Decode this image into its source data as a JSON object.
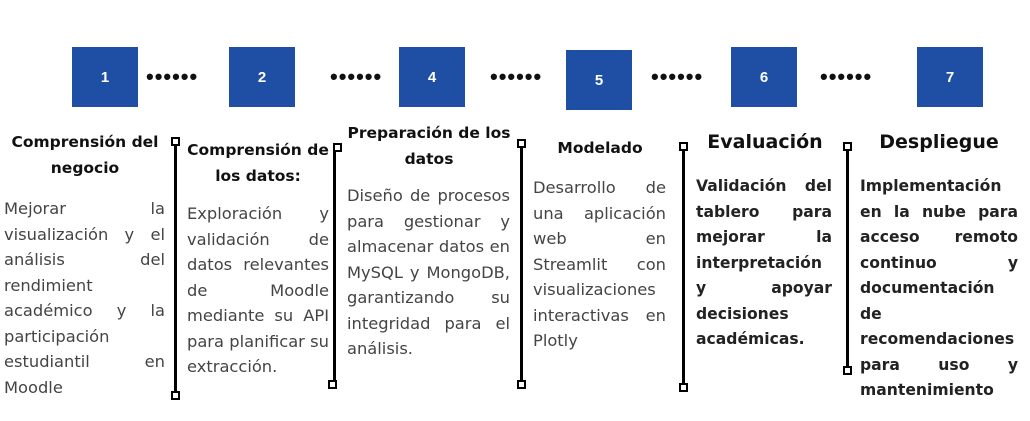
{
  "steps": [
    {
      "number": "1",
      "title": "Comprensión del negocio",
      "description": "Mejorar la visualización y el análisis del rendimient académico y la participación estudiantil en Moodle"
    },
    {
      "number": "2",
      "title": "Comprensión de los datos:",
      "description": "Exploración y validación de datos relevantes de Moodle mediante su API para planificar su extracción."
    },
    {
      "number": "4",
      "title": "Preparación de los datos",
      "description": "Diseño de procesos para gestionar y almacenar datos en MySQL y MongoDB, garantizando su integridad para el análisis."
    },
    {
      "number": "5",
      "title": "Modelado",
      "description": "Desarrollo de una aplicación web en Streamlit con visualizaciones interactivas en Plotly"
    },
    {
      "number": "6",
      "title": "Evaluación",
      "description": "Validación del tablero para mejorar la interpretación y apoyar decisiones académicas."
    },
    {
      "number": "7",
      "title": "Despliegue",
      "description": "Implementación en la nube para acceso remoto continuo y documentación de recomendaciones para uso y mantenimiento"
    }
  ],
  "connector": "••••••",
  "colors": {
    "box": "#1e4fa5",
    "line": "#000000"
  }
}
